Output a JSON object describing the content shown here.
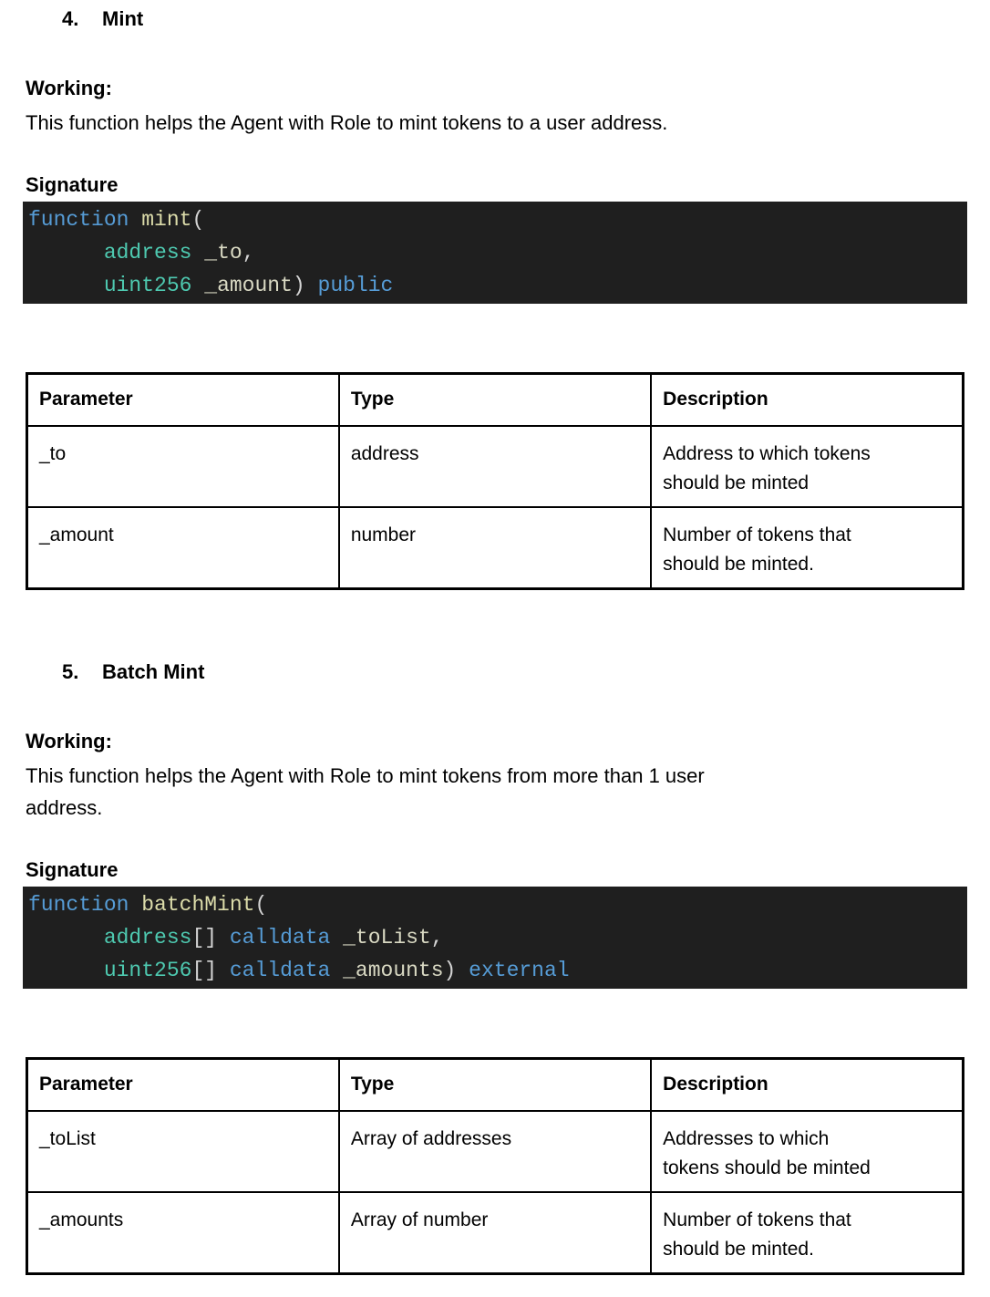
{
  "page": {
    "background": "#ffffff",
    "text_color": "#000000"
  },
  "sections": [
    {
      "number": "4.",
      "title": "Mint",
      "working_label": "Working:",
      "working_text": "This function helps the Agent with Role to mint tokens to a user address.",
      "signature_label": "Signature"
    },
    {
      "number": "5.",
      "title": "Batch Mint",
      "working_label": "Working:",
      "working_text": "This function helps the Agent with Role to mint tokens from more than 1 user\naddress.",
      "signature_label": "Signature"
    }
  ],
  "code_theme": {
    "background": "#1f1f1f",
    "keyword": "#569cd6",
    "type": "#4ec9b0",
    "function": "#dcdcaa",
    "param": "#d9d9c3",
    "punct": "#d4d4d4",
    "plain": "#d4d4d4"
  },
  "code_blocks": [
    {
      "lines": [
        [
          [
            "keyword",
            "function"
          ],
          [
            "plain",
            " "
          ],
          [
            "function",
            "mint"
          ],
          [
            "punct",
            "("
          ]
        ],
        [
          [
            "plain",
            "      "
          ],
          [
            "type",
            "address"
          ],
          [
            "plain",
            " "
          ],
          [
            "param",
            "_to"
          ],
          [
            "punct",
            ","
          ]
        ],
        [
          [
            "plain",
            "      "
          ],
          [
            "type",
            "uint256"
          ],
          [
            "plain",
            " "
          ],
          [
            "param",
            "_amount"
          ],
          [
            "punct",
            ")"
          ],
          [
            "plain",
            " "
          ],
          [
            "keyword",
            "public"
          ]
        ]
      ]
    },
    {
      "lines": [
        [
          [
            "keyword",
            "function"
          ],
          [
            "plain",
            " "
          ],
          [
            "function",
            "batchMint"
          ],
          [
            "punct",
            "("
          ]
        ],
        [
          [
            "plain",
            "      "
          ],
          [
            "type",
            "address"
          ],
          [
            "punct",
            "[]"
          ],
          [
            "plain",
            " "
          ],
          [
            "keyword",
            "calldata"
          ],
          [
            "plain",
            " "
          ],
          [
            "param",
            "_toList"
          ],
          [
            "punct",
            ","
          ]
        ],
        [
          [
            "plain",
            "      "
          ],
          [
            "type",
            "uint256"
          ],
          [
            "punct",
            "[]"
          ],
          [
            "plain",
            " "
          ],
          [
            "keyword",
            "calldata"
          ],
          [
            "plain",
            " "
          ],
          [
            "param",
            "_amounts"
          ],
          [
            "punct",
            ")"
          ],
          [
            "plain",
            " "
          ],
          [
            "keyword",
            "external"
          ]
        ]
      ]
    }
  ],
  "tables": [
    {
      "headers": [
        "Parameter",
        "Type",
        "Description"
      ],
      "rows": [
        [
          "_to",
          "address",
          "Address to which tokens\nshould be minted"
        ],
        [
          "_amount",
          "number",
          "Number of tokens that\nshould be minted."
        ]
      ]
    },
    {
      "headers": [
        "Parameter",
        "Type",
        "Description"
      ],
      "rows": [
        [
          "_toList",
          "Array of addresses",
          "Addresses to which\ntokens should be minted"
        ],
        [
          "_amounts",
          "Array of number",
          "Number of tokens that\nshould be minted."
        ]
      ]
    }
  ]
}
